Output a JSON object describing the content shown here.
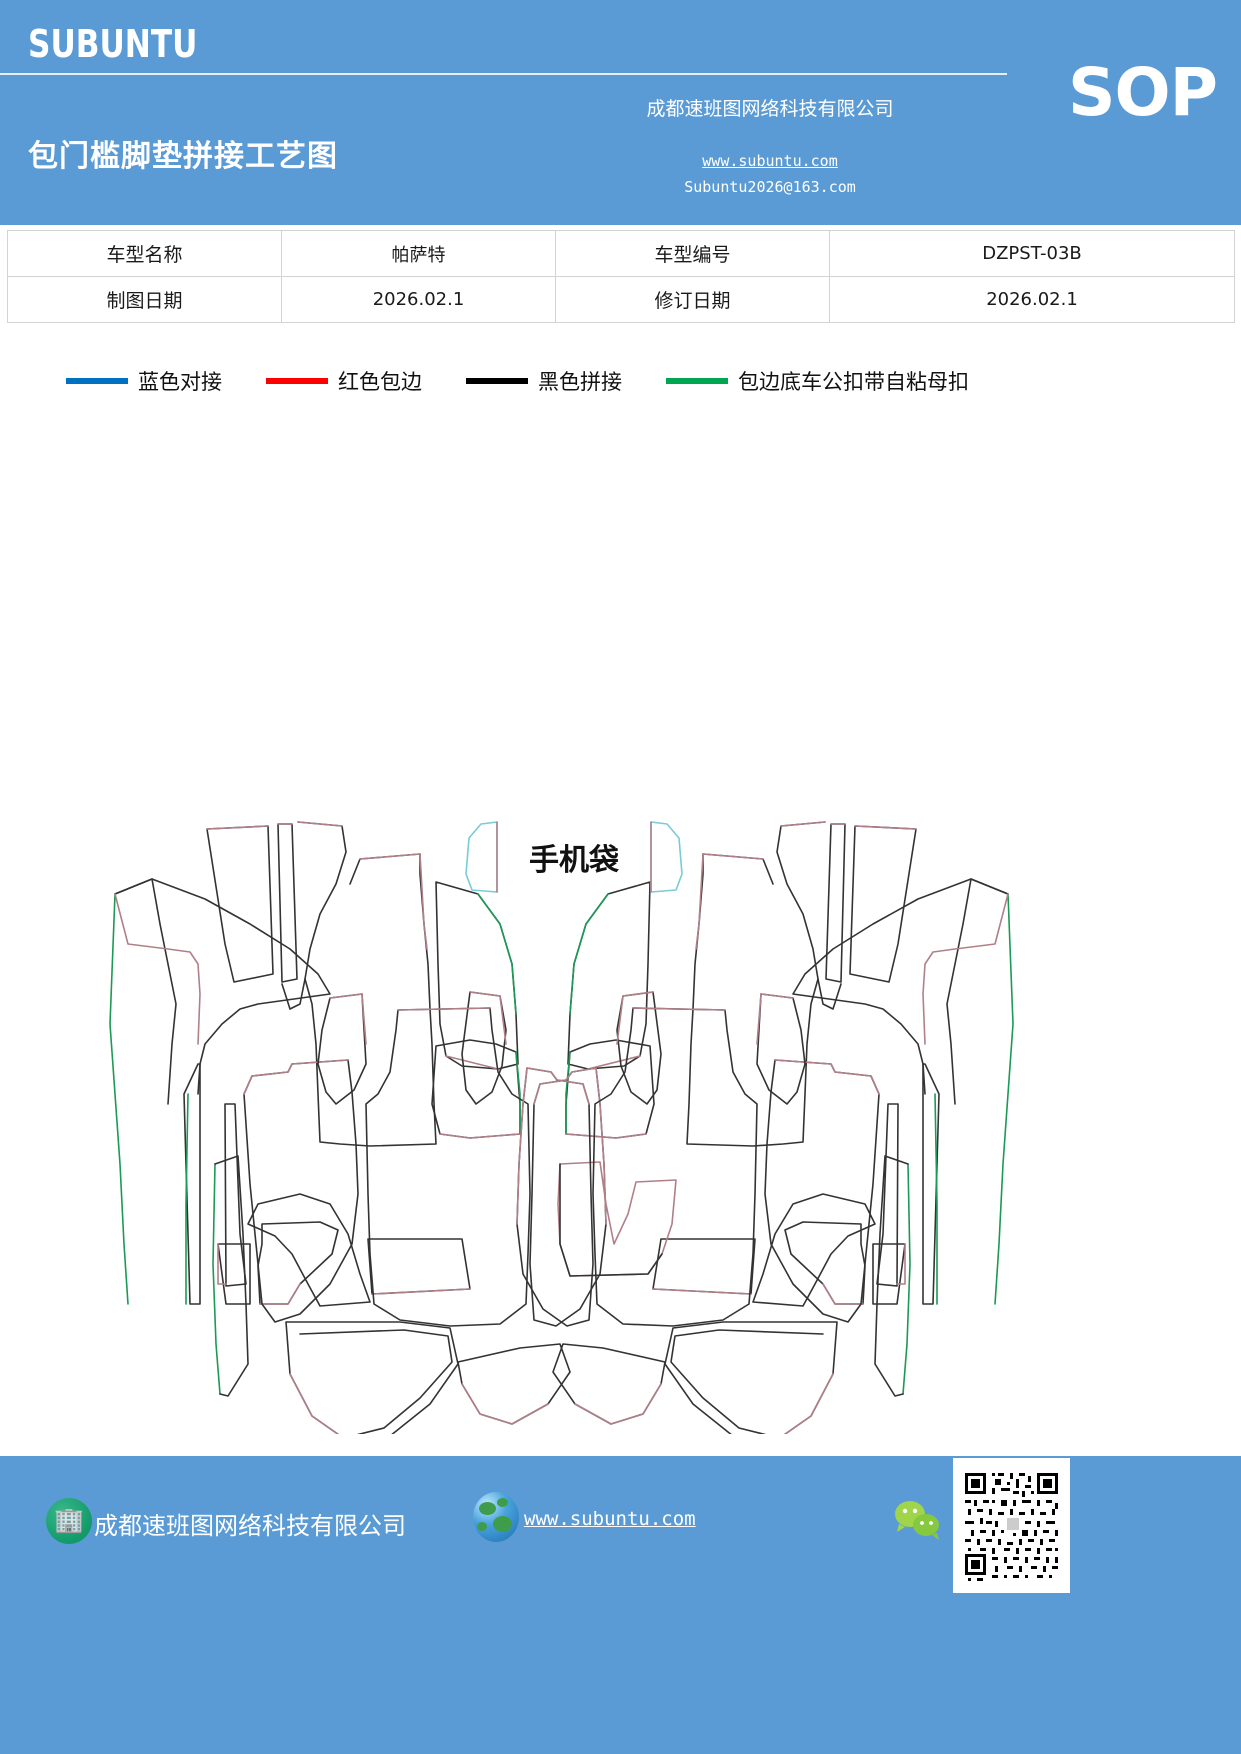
{
  "header": {
    "brand": "SUBUNTU",
    "doc_title": "包门槛脚垫拼接工艺图",
    "company_cn": "成都速班图网络科技有限公司",
    "website": "www.subuntu.com",
    "email": "Subuntu2026@163.com",
    "badge": "SOP",
    "bg_color": "#5b9bd5"
  },
  "info_table": {
    "rows": [
      {
        "label1": "车型名称",
        "value1": "帕萨特",
        "label2": "车型编号",
        "value2": "DZPST-03B"
      },
      {
        "label1": "制图日期",
        "value1": "2026.02.1",
        "label2": "修订日期",
        "value2": "2026.02.1"
      }
    ]
  },
  "legend": {
    "items": [
      {
        "label": "蓝色对接",
        "color": "#0070c0"
      },
      {
        "label": "红色包边",
        "color": "#ff0000"
      },
      {
        "label": "黑色拼接",
        "color": "#000000"
      },
      {
        "label": "包边底车公扣带自粘母扣",
        "color": "#00a651"
      }
    ]
  },
  "drawing": {
    "phone_pocket_label": "手机袋",
    "stroke_black": "#333333",
    "stroke_red": "#b08089",
    "stroke_green": "#1a9a55",
    "stroke_blue": "#79cbd6"
  },
  "footer": {
    "company_cn": "成都速班图网络科技有限公司",
    "website": "www.subuntu.com",
    "logo_icon": "building-icon",
    "globe_icon": "globe-icon",
    "wechat_icon": "wechat-icon",
    "qr_icon": "qr-code"
  }
}
